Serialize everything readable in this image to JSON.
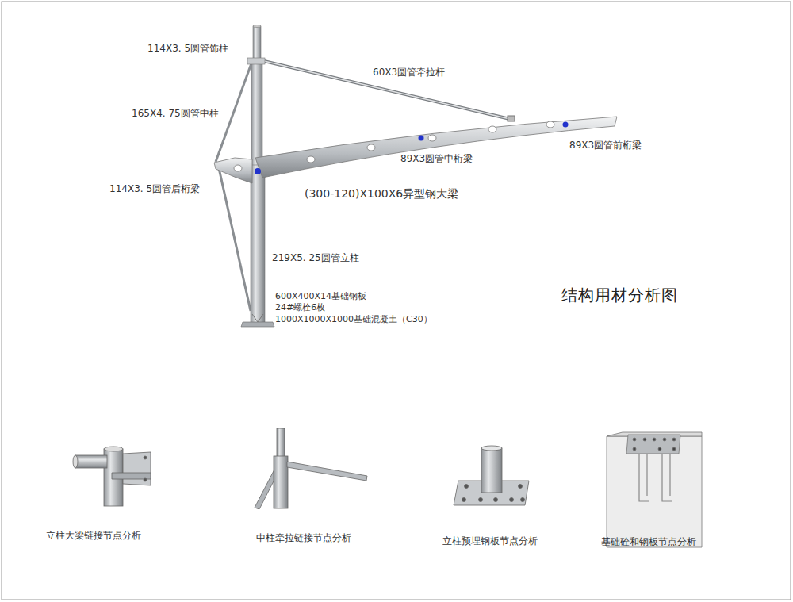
{
  "diagram": {
    "title": "结构用材分析图",
    "labels": [
      "114X3. 5圆管饰柱",
      "60X3圆管牵拉杆",
      "165X4. 75圆管中柱",
      "89X3圆管前桁梁",
      "89X3圆管中桁梁",
      "114X3. 5圆管后桁梁",
      "(300-120)X100X6异型钢大梁",
      "219X5. 25圆管立柱",
      "600X400X14基础钢板",
      "24#螺栓6枚",
      "1000X1000X1000基础混凝土（C30）",
      "立柱大梁链接节点分析",
      "中柱牵拉链接节点分析",
      "立柱预埋钢板节点分析",
      "基础砼和钢板节点分析"
    ]
  }
}
